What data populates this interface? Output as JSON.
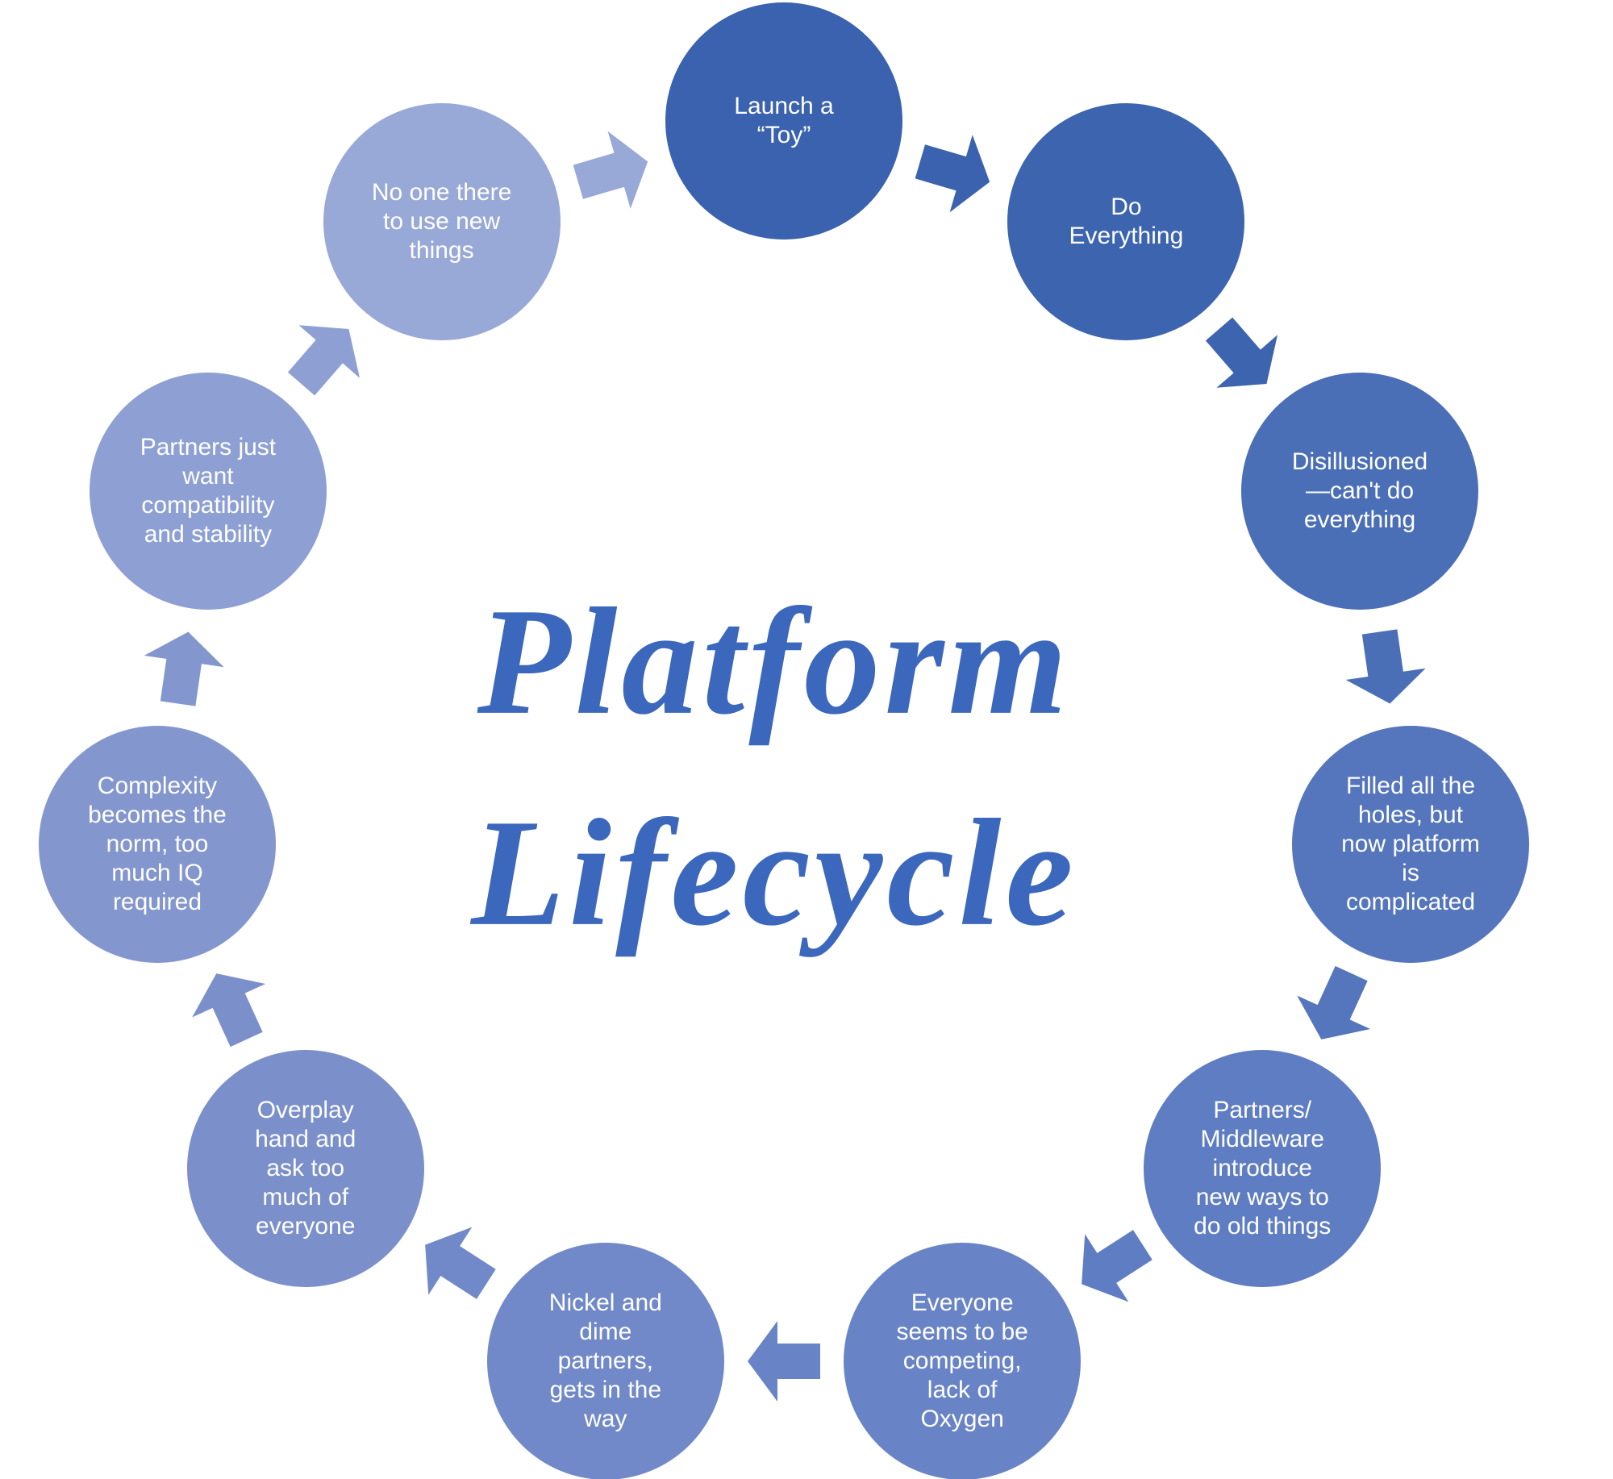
{
  "title": {
    "line1": "Platform",
    "line2": "Lifecycle",
    "color": "#3B67BD"
  },
  "cycle": {
    "steps": [
      {
        "label": "Launch a\n“Toy”",
        "color": "#3A62AE"
      },
      {
        "label": "Do\nEverything",
        "color": "#3C64AF"
      },
      {
        "label": "Disillusioned\n—can't do\neverything",
        "color": "#4A6FB7"
      },
      {
        "label": "Filled all the\nholes, but\nnow platform\nis\ncomplicated",
        "color": "#5576BD"
      },
      {
        "label": "Partners/\nMiddleware\nintroduce\nnew ways to\ndo old things",
        "color": "#5F7DC2"
      },
      {
        "label": "Everyone\nseems to be\ncompeting,\nlack of\nOxygen",
        "color": "#6984C6"
      },
      {
        "label": "Nickel and\ndime\npartners,\ngets in the\nway",
        "color": "#7189C9"
      },
      {
        "label": "Overplay\nhand and\nask too\nmuch of\neveryone",
        "color": "#7B90CB"
      },
      {
        "label": "Complexity\nbecomes the\nnorm, too\nmuch IQ\nrequired",
        "color": "#8496CE"
      },
      {
        "label": "Partners just\nwant\ncompatibility\nand stability",
        "color": "#8EA0D3"
      },
      {
        "label": "No one there\nto use new\nthings",
        "color": "#98A8D7"
      }
    ]
  }
}
